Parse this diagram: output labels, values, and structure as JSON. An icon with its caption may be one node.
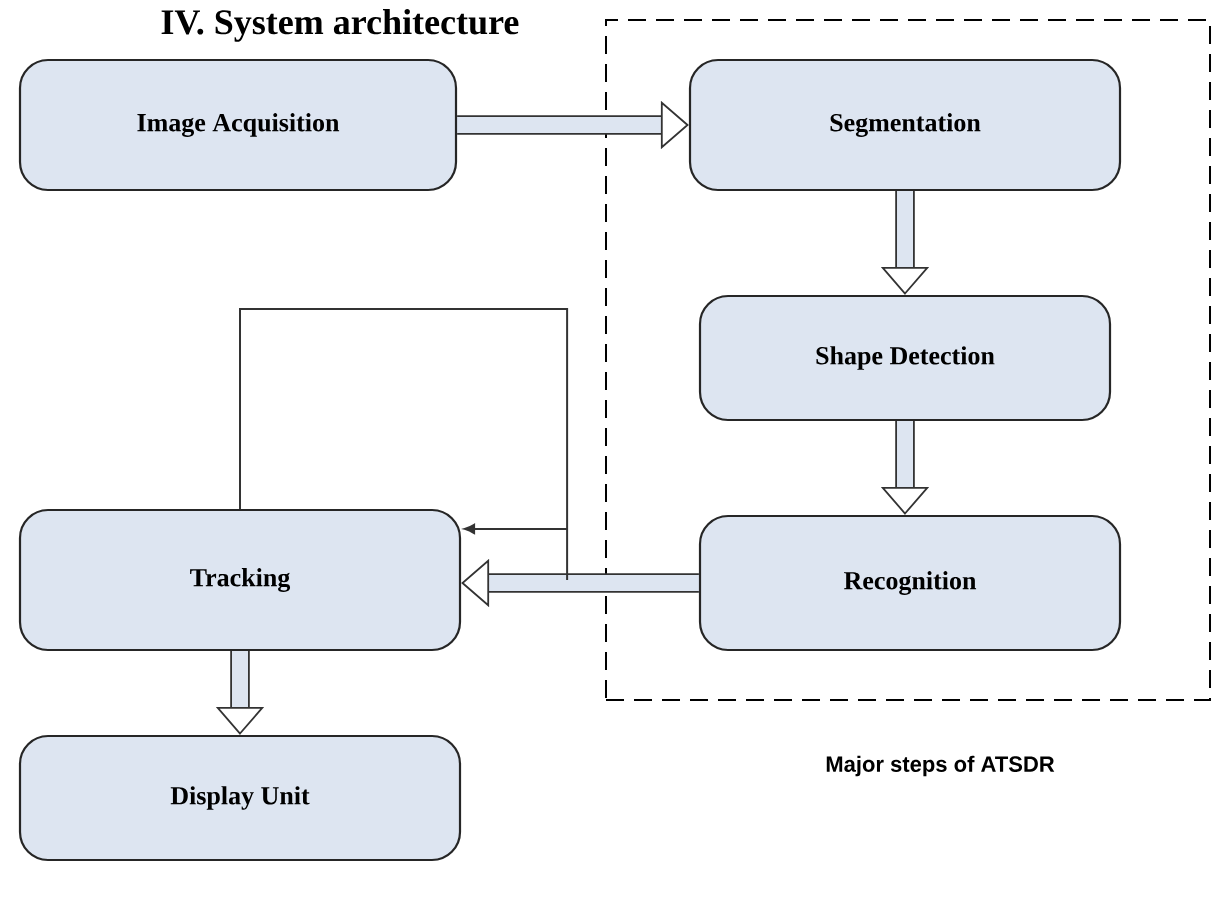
{
  "diagram": {
    "title": "IV. System architecture",
    "nodes": [
      {
        "text": [
          "Image Acquisition"
        ]
      },
      {
        "text": [],
        "shape": "box"
      },
      {
        "text": [
          "Segmentation"
        ],
        "in": 1
      },
      {
        "text": [
          "Shape Detection"
        ],
        "in": 1
      },
      {
        "text": [
          "Recognition"
        ],
        "in": 1
      },
      {
        "text": [
          "Tracking"
        ]
      },
      {
        "text": [
          "Display Unit"
        ]
      }
    ],
    "edges": [
      {
        "from": 0,
        "to": 2,
        "arrow": "to"
      },
      {
        "from": 2,
        "to": 3,
        "arrow": "to"
      },
      {
        "from": 3,
        "to": 4,
        "arrow": "to"
      },
      {
        "from": 4,
        "to": 5,
        "arrow": "to"
      },
      {
        "from": 5,
        "to": 6,
        "arrow": "to"
      },
      {
        "from": 5,
        "to": 5,
        "arrow": "to"
      }
    ],
    "labels": [
      "Major steps of ATSDR"
    ]
  }
}
